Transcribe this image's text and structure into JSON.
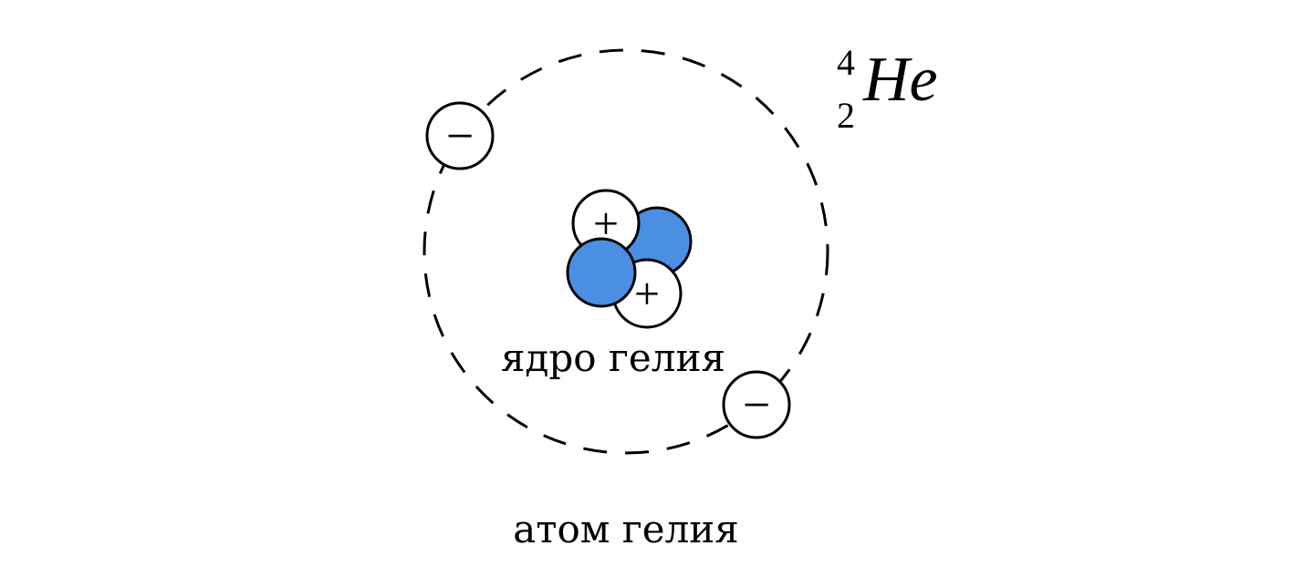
{
  "nucleus_label": "ядро гелия",
  "atom_label": "атом гелия",
  "isotope": {
    "mass_number": "4",
    "atomic_number": "2",
    "symbol": "He"
  },
  "signs": {
    "proton": "+",
    "electron": "−"
  },
  "colors": {
    "neutron": "#4a8fe2",
    "outline": "#000000",
    "background": "#ffffff"
  }
}
